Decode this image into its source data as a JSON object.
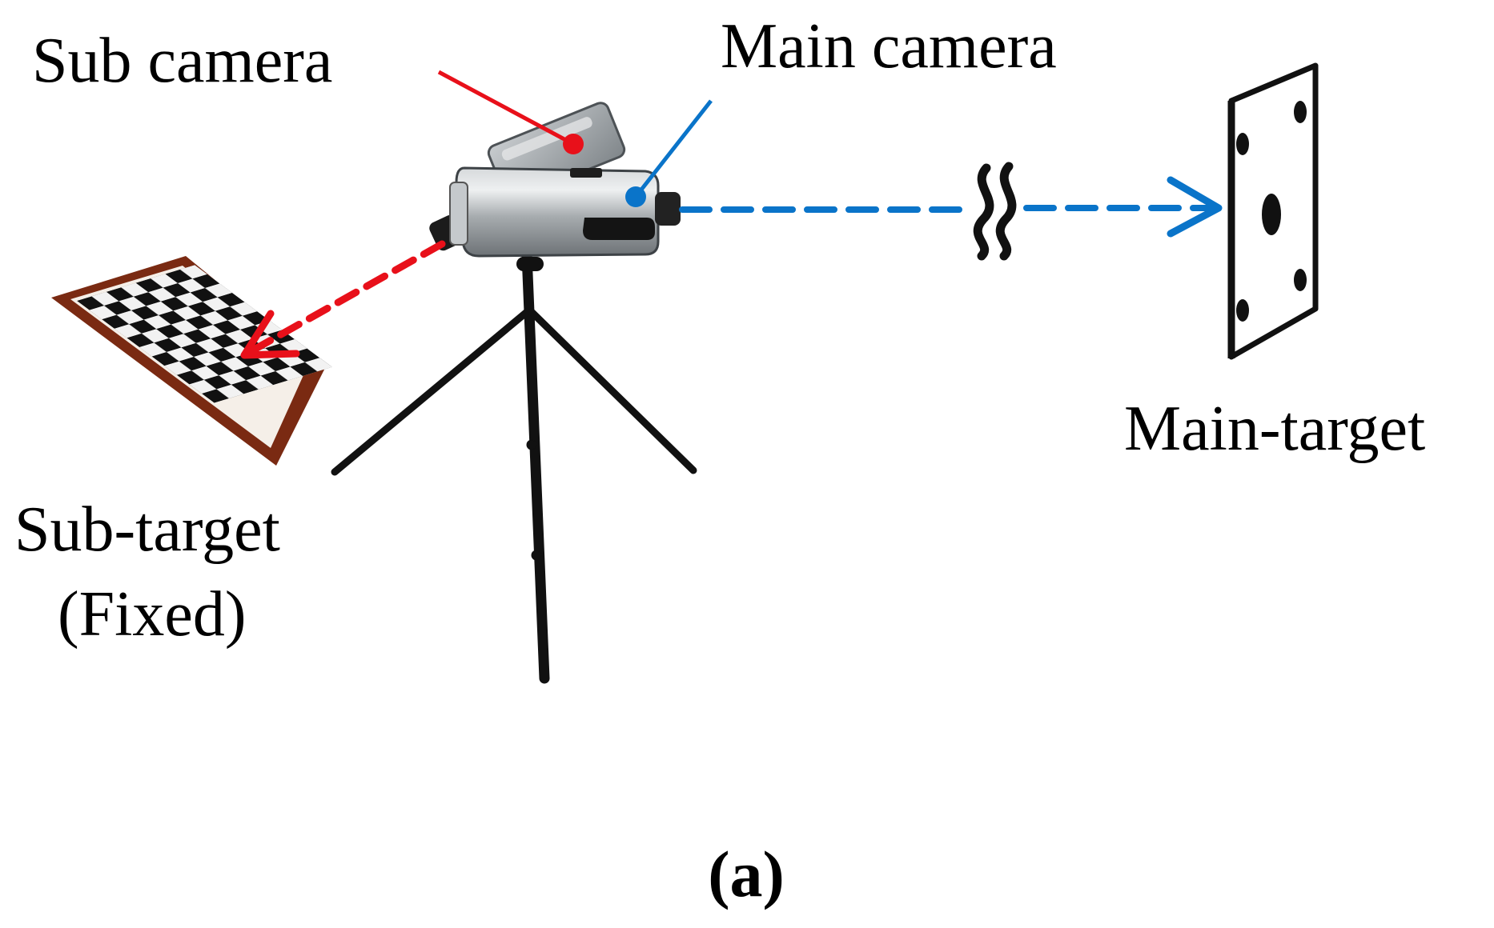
{
  "labels": {
    "sub_camera": "Sub camera",
    "main_camera": "Main camera",
    "main_target": "Main-target",
    "sub_target_line1": "Sub-target",
    "sub_target_line2": "(Fixed)",
    "panel": "(a)"
  },
  "colors": {
    "sub_camera": "#e8101a",
    "main_camera": "#0a74c9",
    "board_frame": "#7a2a12",
    "camera_body": "#a9aeb1"
  }
}
